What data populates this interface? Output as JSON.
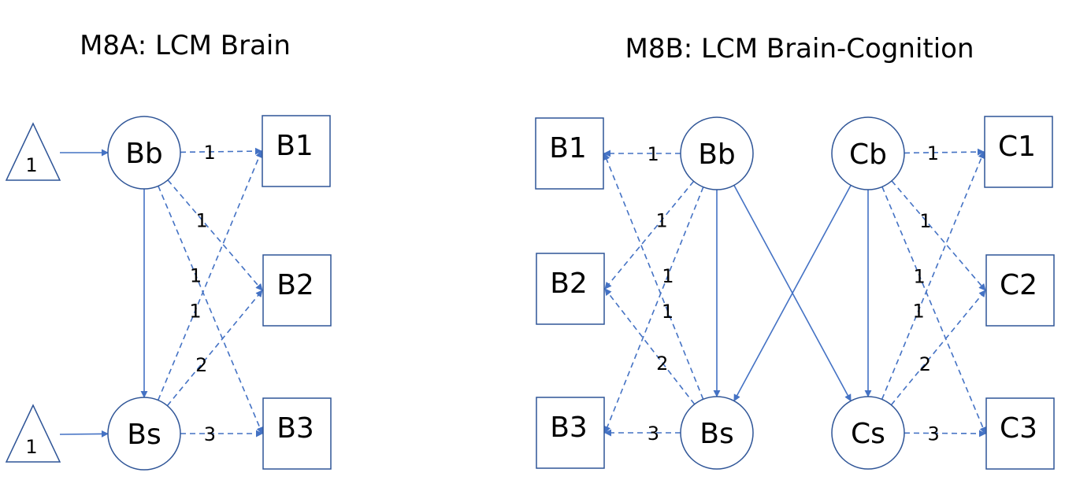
{
  "panels": [
    {
      "id": "m8a",
      "title": "M8A: LCM Brain",
      "triangles": [
        {
          "id": "t1",
          "label": "1"
        },
        {
          "id": "t2",
          "label": "1"
        }
      ],
      "circles": [
        {
          "id": "Bb",
          "label": "Bb"
        },
        {
          "id": "Bs",
          "label": "Bs"
        }
      ],
      "boxes": [
        {
          "id": "B1",
          "label": "B1"
        },
        {
          "id": "B2",
          "label": "B2"
        },
        {
          "id": "B3",
          "label": "B3"
        }
      ],
      "edges": [
        {
          "from": "t1",
          "to": "Bb",
          "style": "solid",
          "label": ""
        },
        {
          "from": "t2",
          "to": "Bs",
          "style": "solid",
          "label": ""
        },
        {
          "from": "Bb",
          "to": "Bs",
          "style": "solid",
          "label": ""
        },
        {
          "from": "Bb",
          "to": "B1",
          "style": "dashed",
          "label": "1"
        },
        {
          "from": "Bb",
          "to": "B2",
          "style": "dashed",
          "label": "1"
        },
        {
          "from": "Bb",
          "to": "B3",
          "style": "dashed",
          "label": "1"
        },
        {
          "from": "Bs",
          "to": "B1",
          "style": "dashed",
          "label": "1"
        },
        {
          "from": "Bs",
          "to": "B2",
          "style": "dashed",
          "label": "2"
        },
        {
          "from": "Bs",
          "to": "B3",
          "style": "dashed",
          "label": "3"
        }
      ]
    },
    {
      "id": "m8b",
      "title": "M8B: LCM Brain-Cognition",
      "triangles": [],
      "circles": [
        {
          "id": "Bb",
          "label": "Bb"
        },
        {
          "id": "Bs",
          "label": "Bs"
        },
        {
          "id": "Cb",
          "label": "Cb"
        },
        {
          "id": "Cs",
          "label": "Cs"
        }
      ],
      "boxes": [
        {
          "id": "B1",
          "label": "B1"
        },
        {
          "id": "B2",
          "label": "B2"
        },
        {
          "id": "B3",
          "label": "B3"
        },
        {
          "id": "C1",
          "label": "C1"
        },
        {
          "id": "C2",
          "label": "C2"
        },
        {
          "id": "C3",
          "label": "C3"
        }
      ],
      "edges": [
        {
          "from": "Bb",
          "to": "Bs",
          "style": "solid",
          "label": ""
        },
        {
          "from": "Bb",
          "to": "Cs",
          "style": "solid",
          "label": ""
        },
        {
          "from": "Cb",
          "to": "Bs",
          "style": "solid",
          "label": ""
        },
        {
          "from": "Cb",
          "to": "Cs",
          "style": "solid",
          "label": ""
        },
        {
          "from": "Bb",
          "to": "B1",
          "style": "dashed",
          "label": "1"
        },
        {
          "from": "Bb",
          "to": "B2",
          "style": "dashed",
          "label": "1"
        },
        {
          "from": "Bb",
          "to": "B3",
          "style": "dashed",
          "label": "1"
        },
        {
          "from": "Bs",
          "to": "B1",
          "style": "dashed",
          "label": "1"
        },
        {
          "from": "Bs",
          "to": "B2",
          "style": "dashed",
          "label": "2"
        },
        {
          "from": "Bs",
          "to": "B3",
          "style": "dashed",
          "label": "3"
        },
        {
          "from": "Cb",
          "to": "C1",
          "style": "dashed",
          "label": "1"
        },
        {
          "from": "Cb",
          "to": "C2",
          "style": "dashed",
          "label": "1"
        },
        {
          "from": "Cb",
          "to": "C3",
          "style": "dashed",
          "label": "1"
        },
        {
          "from": "Cs",
          "to": "C1",
          "style": "dashed",
          "label": "1"
        },
        {
          "from": "Cs",
          "to": "C2",
          "style": "dashed",
          "label": "2"
        },
        {
          "from": "Cs",
          "to": "C3",
          "style": "dashed",
          "label": "3"
        }
      ]
    }
  ]
}
